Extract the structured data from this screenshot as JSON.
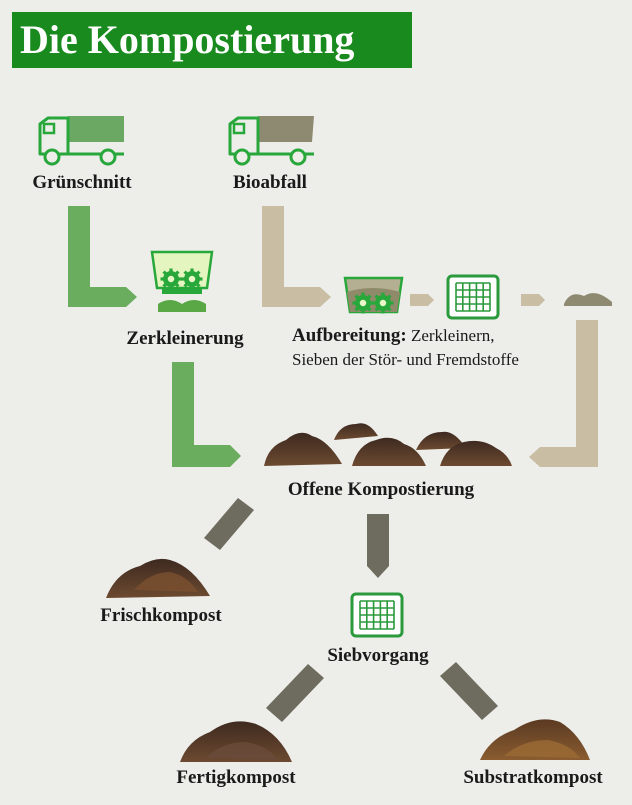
{
  "title": "Die Kompostierung",
  "labels": {
    "gruenschnitt": "Grünschnitt",
    "bioabfall": "Bioabfall",
    "zerkleinerung": "Zerkleinerung",
    "aufbereitung_head": "Aufbereitung:",
    "aufbereitung_line1": "Zerkleinern,",
    "aufbereitung_line2": "Sieben der Stör- und Fremdstoffe",
    "offene": "Offene Kompostierung",
    "frischkompost": "Frischkompost",
    "siebvorgang": "Siebvorgang",
    "fertigkompost": "Fertigkompost",
    "substratkompost": "Substratkompost"
  },
  "colors": {
    "title_bg": "#188a1e",
    "green_arrow": "#6aad5f",
    "beige_arrow": "#c9bea4",
    "dark_arrow": "#6e6c5e",
    "truck_green": "#28a83a",
    "sieve_green": "#2a9a3c",
    "compost_dark": "#4a3226",
    "compost_mid": "#6e4a2c"
  },
  "icons": {
    "truck_gruenschnitt": "truck-icon",
    "truck_bioabfall": "truck-icon",
    "shredder_green": "shredder-icon",
    "shredder_bio": "shredder-icon",
    "sieve": "sieve-icon"
  }
}
